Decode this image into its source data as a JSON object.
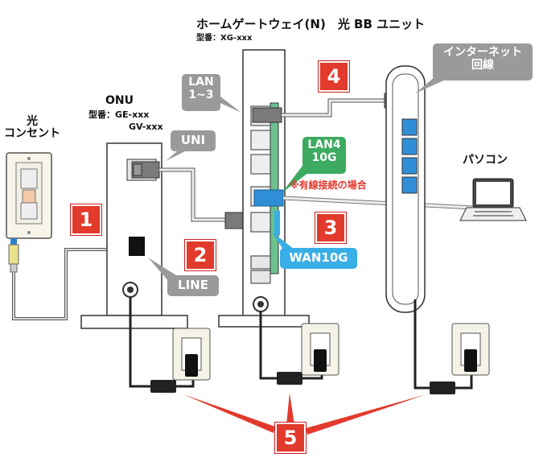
{
  "title": {
    "gateway": "ホームゲートウェイ(N)　光 BB ユニット",
    "gateway_model": "型番：XG-xxx",
    "onu": "ONU",
    "onu_model_1": "型番：GE-xxx",
    "onu_model_2": "GV-xxx",
    "outlet": "光\nコンセント",
    "pc": "パソコン"
  },
  "labels": {
    "lan13": "LAN\n1~3",
    "uni": "UNI",
    "line": "LINE",
    "lan4": "LAN4\n10G",
    "wan": "WAN10G",
    "internet": "インターネット\n回線",
    "wired_note": "※有線接続の場合"
  },
  "numbers": [
    "1",
    "2",
    "3",
    "4",
    "5"
  ],
  "colors": {
    "badge_red": "#e23a2c",
    "tag_gray": "#9a9a9a",
    "tag_green": "#3daa61",
    "tag_blue": "#3aaee6",
    "port_blue": "#2f8fd6"
  }
}
